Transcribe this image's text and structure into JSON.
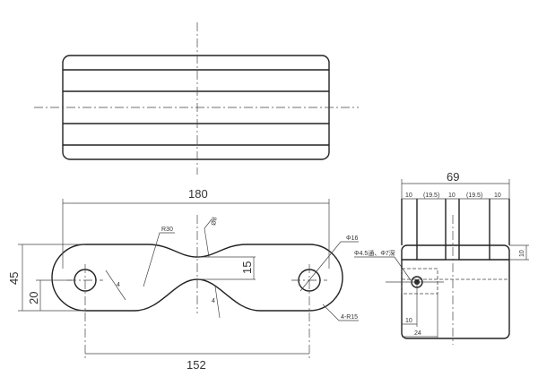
{
  "top_view": {},
  "front_view": {
    "length": "180",
    "height": "45",
    "hole_height": "20",
    "hole_spacing": "152",
    "neck": "15",
    "radius_note": "R30",
    "thickness_note_top": "Ø8",
    "chamfer_note_1": "4",
    "chamfer_note_2": "4",
    "hole_note": "Φ16",
    "counterbore_note": "Φ4.5通、Φ7深",
    "fillet_note": "4-R15"
  },
  "side_view": {
    "width": "69",
    "seg_1": "10",
    "seg_2": "(19.5)",
    "seg_3": "10",
    "seg_4": "(19.5)",
    "seg_5": "10",
    "slot_depth": "10",
    "hole_offset": "10",
    "block_width": "24"
  }
}
